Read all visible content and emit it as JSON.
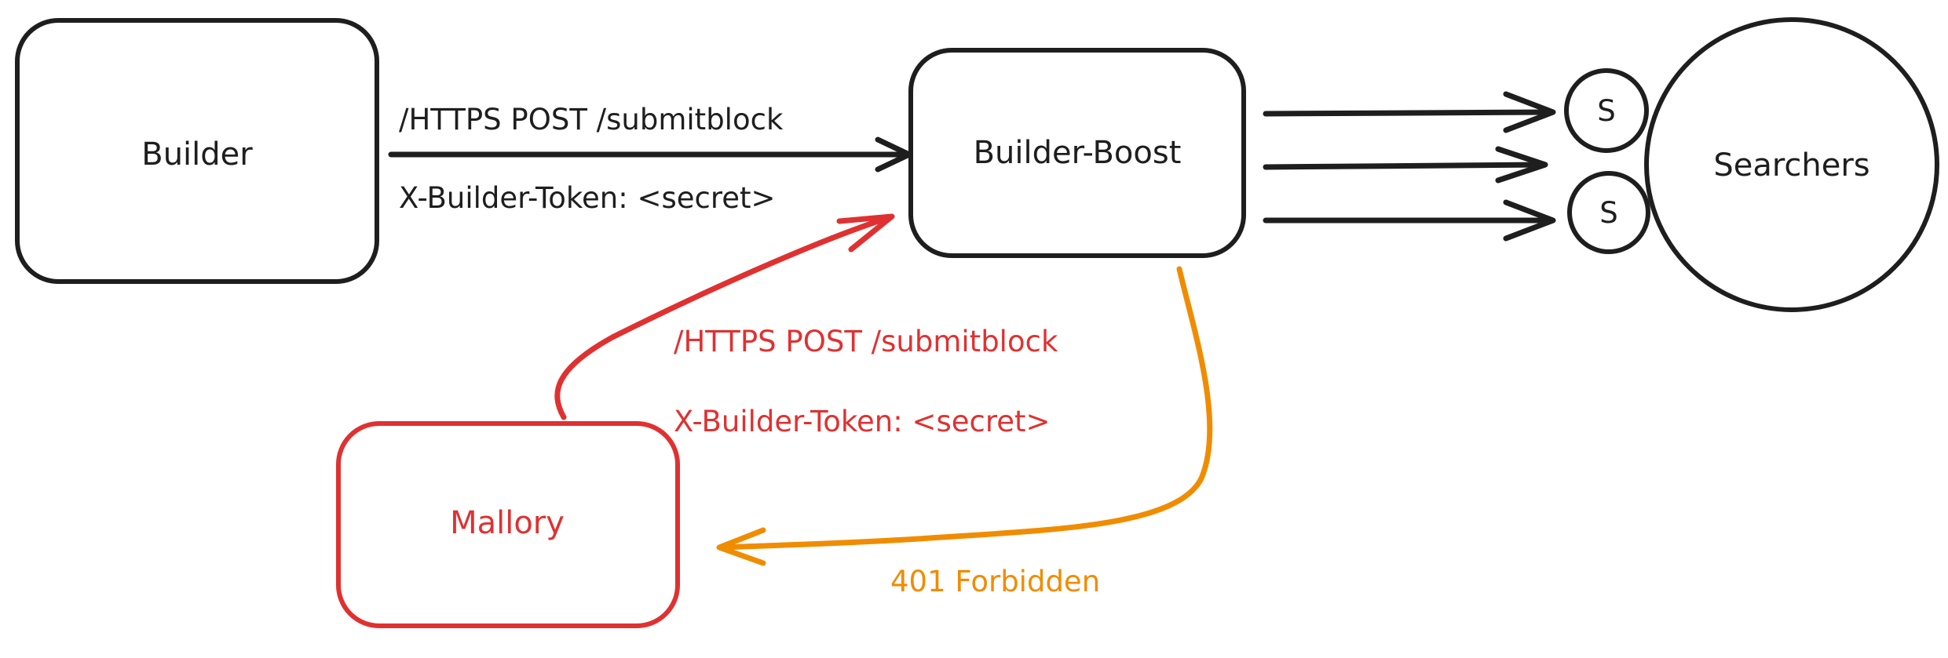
{
  "colors": {
    "ink": "#1e1e1e",
    "attacker": "#e03131",
    "response": "#f08c00",
    "background": "#ffffff"
  },
  "nodes": {
    "builder": "Builder",
    "builder_boost": "Builder-Boost",
    "searchers": "Searchers",
    "searcher_a": "S",
    "searcher_b": "S",
    "mallory": "Mallory"
  },
  "edges": {
    "builder_request": {
      "line1": "/HTTPS POST /submitblock",
      "line2": "X-Builder-Token: <secret>"
    },
    "mallory_request": {
      "line1": "/HTTPS POST /submitblock",
      "line2": "X-Builder-Token: <secret>"
    },
    "boost_response": {
      "label": "401 Forbidden"
    }
  }
}
